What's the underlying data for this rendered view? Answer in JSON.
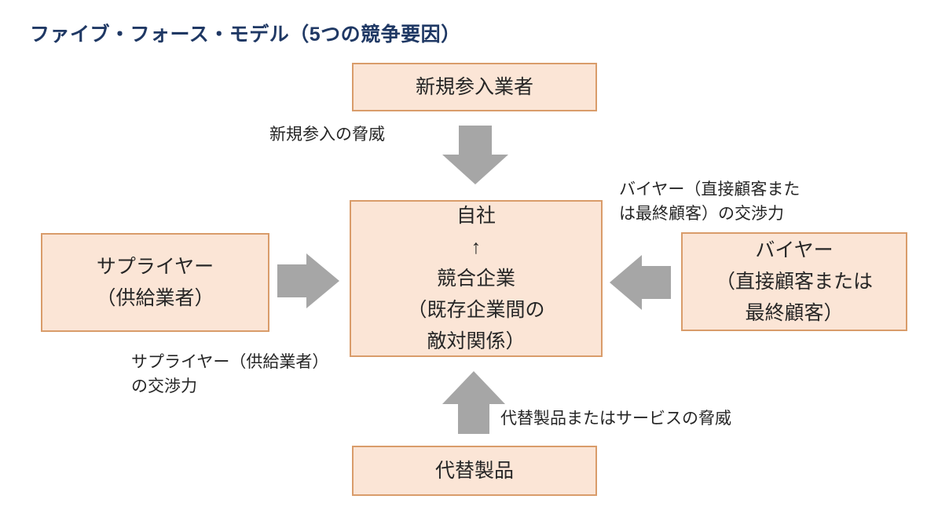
{
  "title": "ファイブ・フォース・モデル（5つの競争要因）",
  "colors": {
    "title": "#1F3864",
    "box_fill": "#FBE5D6",
    "box_border": "#D99C6A",
    "arrow": "#A6A6A6",
    "text": "#262626"
  },
  "boxes": {
    "new_entrants": {
      "label": "新規参入業者"
    },
    "center": {
      "label": "自社\n↑\n競合企業\n（既存企業間の\n敵対関係）"
    },
    "suppliers": {
      "label": "サプライヤー\n（供給業者）"
    },
    "buyers": {
      "label": "バイヤー\n（直接顧客または\n最終顧客）"
    },
    "substitutes": {
      "label": "代替製品"
    }
  },
  "labels": {
    "new_entrants_threat": "新規参入の脅威",
    "buyer_power": "バイヤー（直接顧客また\nは最終顧客）の交渉力",
    "supplier_power": "サプライヤー（供給業者）\nの交渉力",
    "substitute_threat": "代替製品またはサービスの脅威"
  }
}
